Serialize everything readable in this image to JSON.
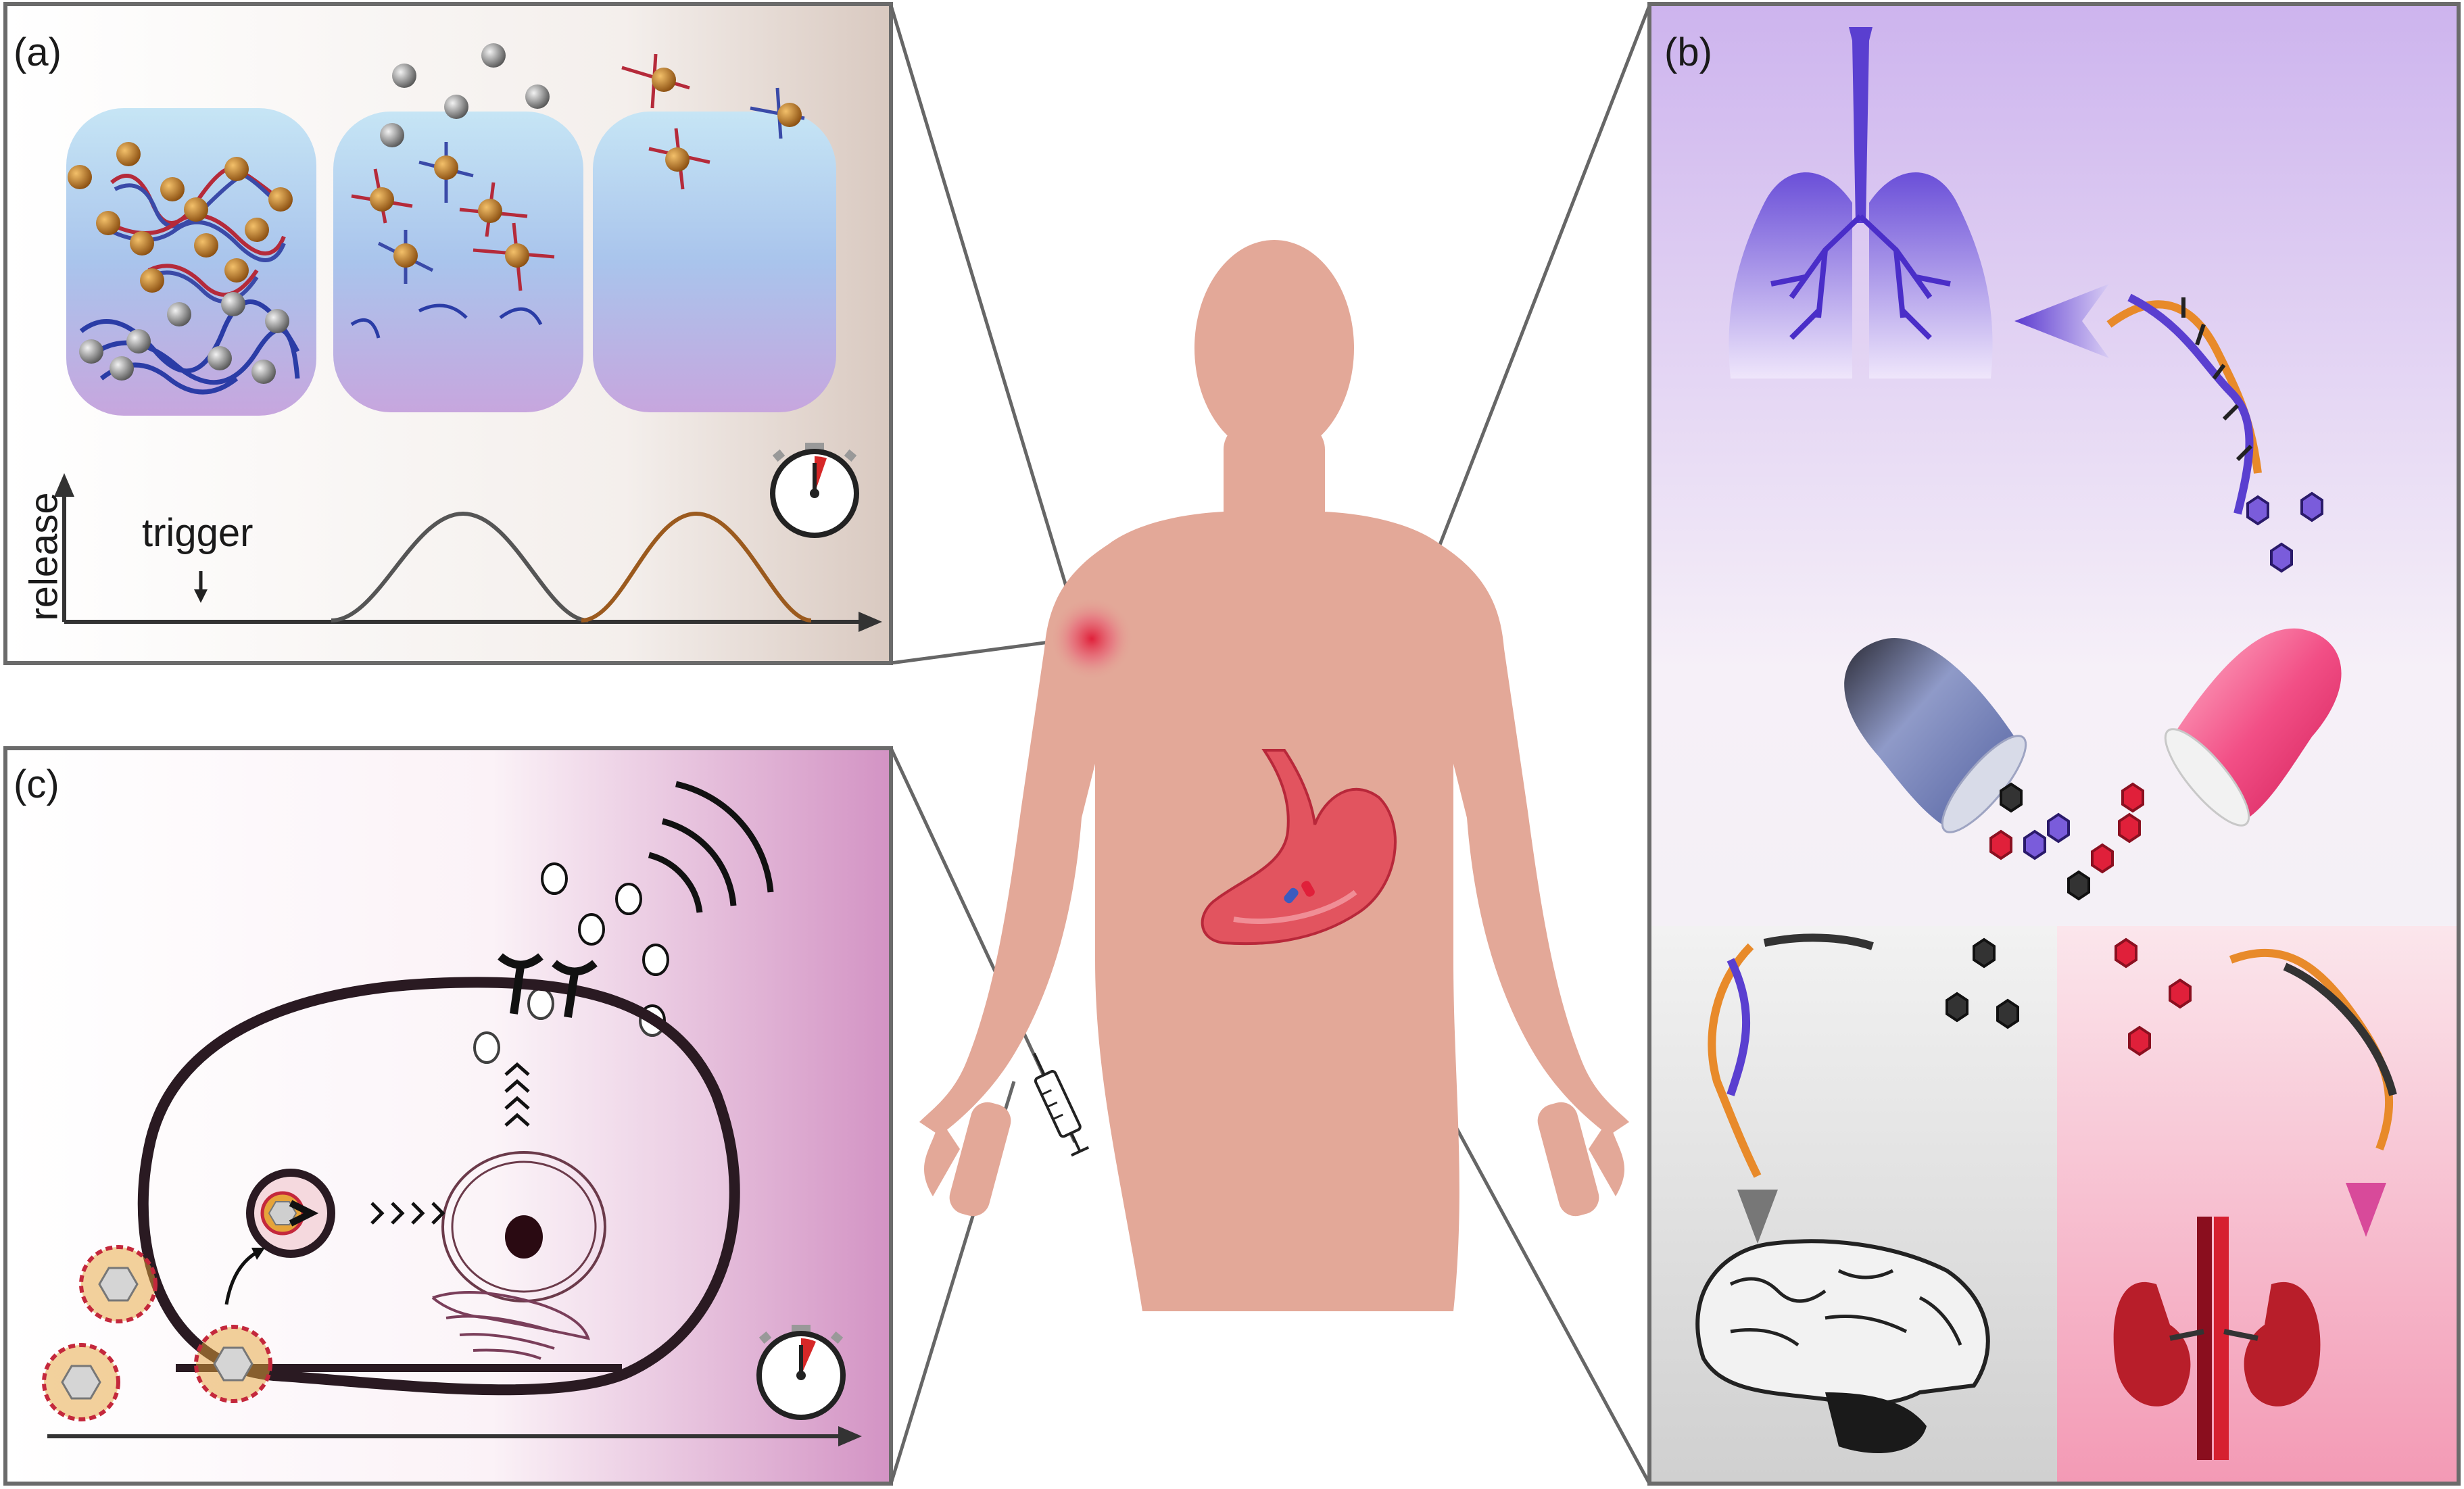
{
  "panels": {
    "a": {
      "label": "(a)",
      "y_axis_label": "release",
      "trigger_label": "trigger",
      "stopwatch_icon": "stopwatch-icon"
    },
    "b": {
      "label": "(b)",
      "organs": [
        "lungs-icon",
        "brain-icon",
        "kidneys-icon"
      ],
      "capsule_icon": "capsule-icon"
    },
    "c": {
      "label": "(c)",
      "stopwatch_icon": "stopwatch-icon",
      "cell_icon": "cell-icon"
    }
  },
  "colors": {
    "skin": "#e3a898",
    "dna_blue": "#2f3d9c",
    "dna_red": "#cc2a3a",
    "nanoparticle": "#b8731e",
    "curve_gray": "#555555",
    "curve_brown": "#9b5a1e",
    "panel_border": "#6b6b6b",
    "inflammation": "#e03044"
  }
}
